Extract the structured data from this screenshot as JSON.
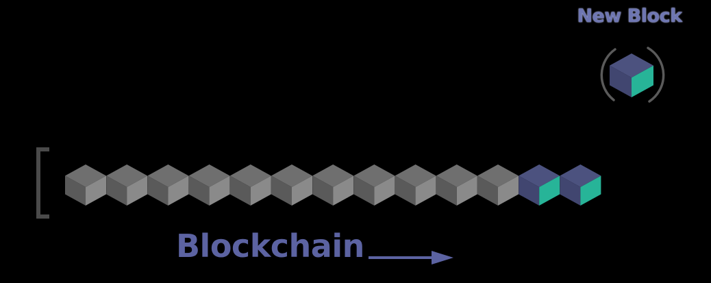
{
  "labels": {
    "new_block": "New Block",
    "chain": "Blockchain"
  },
  "chain": {
    "gray_blocks": 11,
    "colored_blocks": 2
  },
  "colors": {
    "background": "#000000",
    "label_purple": "#5c63a2",
    "new_block_label": "#6e76b2",
    "gray_top": "#6f6f6f",
    "gray_left": "#5a5a5a",
    "gray_right": "#8a8a8a",
    "navy_top": "#4c527f",
    "navy_left": "#414670",
    "teal_right": "#27b498",
    "arrow": "#5c63a2",
    "bracket": "#4a4a4a",
    "orbit": "#5a5a5a"
  },
  "icons": {
    "left_bracket": "bracket-icon",
    "arrow": "right-arrow-icon",
    "orbit": "orbit-arc-icon"
  }
}
